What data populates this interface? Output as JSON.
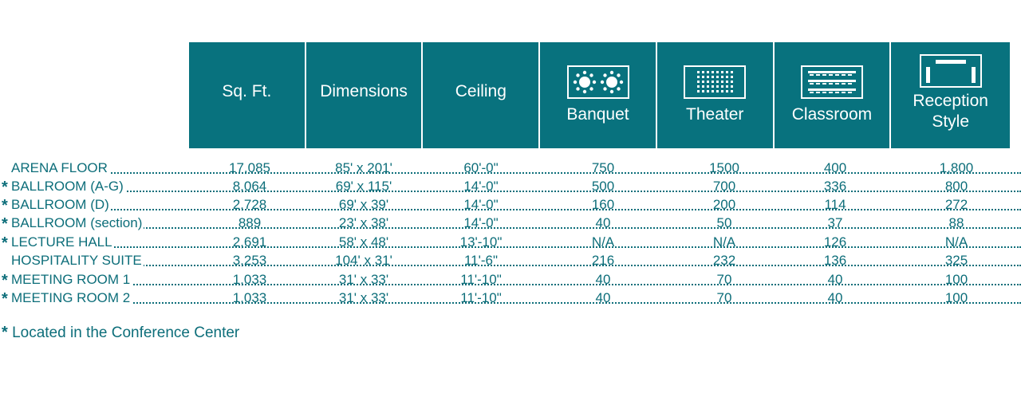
{
  "columns": [
    {
      "label": "Sq. Ft.",
      "icon": null
    },
    {
      "label": "Dimensions",
      "icon": null
    },
    {
      "label": "Ceiling",
      "icon": null
    },
    {
      "label": "Banquet",
      "icon": "round-tables-icon"
    },
    {
      "label": "Theater",
      "icon": "theater-seating-icon"
    },
    {
      "label": "Classroom",
      "icon": "classroom-tables-icon"
    },
    {
      "label": "Reception Style",
      "icon": "reception-layout-icon"
    }
  ],
  "rooms": [
    {
      "star": "",
      "name": "ARENA FLOOR",
      "values": [
        "17,085",
        "85' x 201'",
        "60'-0\"",
        "750",
        "1500",
        "400",
        "1,800"
      ]
    },
    {
      "star": "*",
      "name": "BALLROOM (A-G)",
      "values": [
        "8,064",
        "69' x 115'",
        "14'-0\"",
        "500",
        "700",
        "336",
        "800"
      ]
    },
    {
      "star": "*",
      "name": "BALLROOM (D)",
      "values": [
        "2,728",
        "69' x 39'",
        "14'-0\"",
        "160",
        "200",
        "114",
        "272"
      ]
    },
    {
      "star": "*",
      "name": "BALLROOM (section)",
      "values": [
        "889",
        "23' x 38'",
        "14'-0\"",
        "40",
        "50",
        "37",
        "88"
      ]
    },
    {
      "star": "*",
      "name": "LECTURE HALL",
      "values": [
        "2,691",
        "58' x 48'",
        "13'-10\"",
        "N/A",
        "N/A",
        "126",
        "N/A"
      ]
    },
    {
      "star": "",
      "name": "HOSPITALITY SUITE",
      "values": [
        "3,253",
        "104' x 31'",
        "11'-6\"",
        "216",
        "232",
        "136",
        "325"
      ]
    },
    {
      "star": "*",
      "name": "MEETING ROOM 1",
      "values": [
        "1,033",
        "31' x 33'",
        "11'-10\"",
        "40",
        "70",
        "40",
        "100"
      ]
    },
    {
      "star": "*",
      "name": "MEETING ROOM 2",
      "values": [
        "1,033",
        "31' x 33'",
        "11'-10\"",
        "40",
        "70",
        "40",
        "100"
      ]
    }
  ],
  "footnote": {
    "star": "*",
    "text": "Located in the Conference Center"
  },
  "colors": {
    "header_bg": "#08727e",
    "text": "#0d6e7a"
  }
}
